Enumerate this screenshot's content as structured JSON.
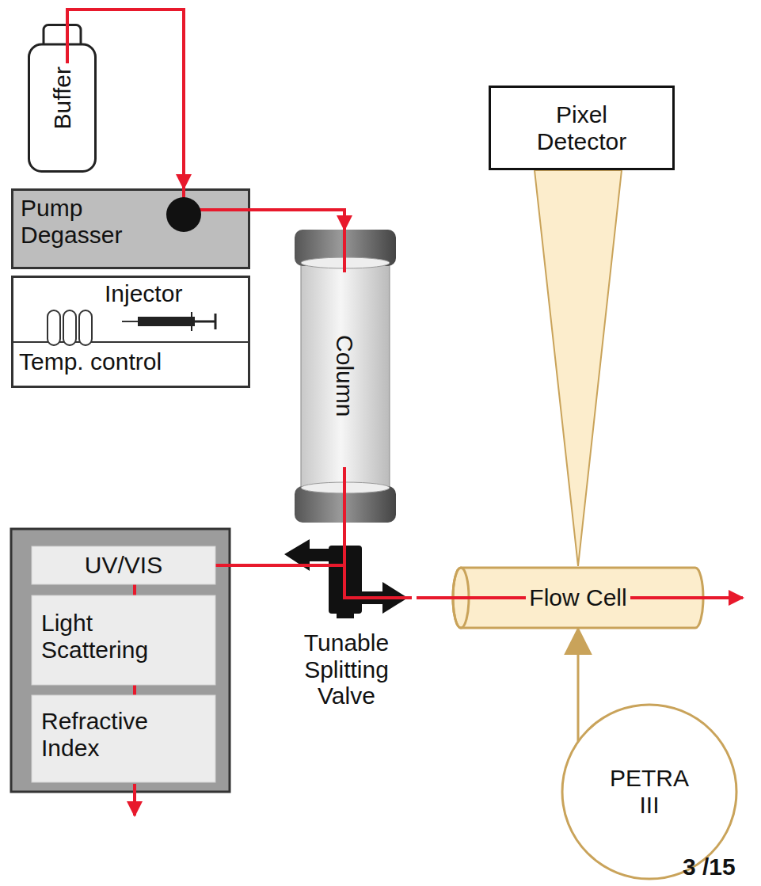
{
  "diagram": {
    "nodes": [
      {
        "text": [
          "Buffer"
        ]
      },
      {
        "text": [
          "Pump Degasser"
        ]
      },
      {
        "text": [
          "Injector",
          "Temp. control"
        ]
      },
      {
        "text": [
          "Column"
        ]
      },
      {
        "text": [
          "Pixel Detector"
        ]
      },
      {
        "text": [
          "UV/VIS"
        ]
      },
      {
        "text": [
          "Light Scattering"
        ]
      },
      {
        "text": [
          "Refractive Index"
        ]
      },
      {
        "text": [
          "Tunable Splitting Valve"
        ]
      },
      {
        "text": [
          "Flow Cell"
        ]
      },
      {
        "text": [
          "PETRA III"
        ]
      }
    ],
    "edges": [
      {
        "from": 0,
        "to": 1,
        "arrow": "to"
      },
      {
        "from": 1,
        "to": 3,
        "arrow": "to"
      },
      {
        "from": 3,
        "to": 8,
        "arrow": "none"
      },
      {
        "from": 8,
        "to": 9,
        "arrow": "none"
      },
      {
        "from": 8,
        "to": 5,
        "arrow": "none"
      },
      {
        "from": 5,
        "to": 6,
        "arrow": "none"
      },
      {
        "from": 6,
        "to": 7,
        "arrow": "none"
      },
      {
        "from": 10,
        "to": 9,
        "arrow": "to"
      },
      {
        "from": 9,
        "to": 4,
        "arrow": "none"
      }
    ],
    "labels": [
      "3 /15"
    ]
  }
}
